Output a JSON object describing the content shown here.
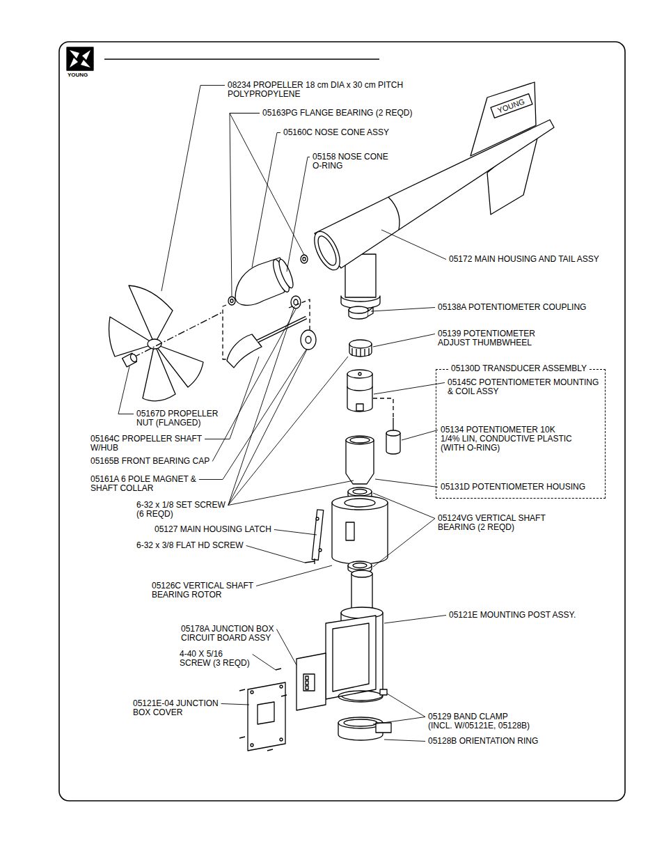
{
  "diagram": {
    "nodes": [
      {
        "text": [
          "05130D TRANSDUCER ASSEMBLY",
          "05145C POTENTIOMETER MOUNTING & COIL ASSY",
          "05134 POTENTIOMETER 10K 1/4% LIN, CONDUCTIVE PLASTIC (WITH O-RING)",
          "05131D POTENTIOMETER HOUSING"
        ]
      }
    ],
    "labels": [
      "YOUNG",
      "YOUNG",
      "08234 PROPELLER 18 cm DIA x 30 cm PITCH POLYPROPYLENE",
      "05163PG FLANGE BEARING (2 REQD)",
      "05160C NOSE CONE ASSY",
      "05158 NOSE CONE O-RING",
      "05172 MAIN HOUSING AND TAIL ASSY",
      "05138A POTENTIOMETER COUPLING",
      "05139 POTENTIOMETER ADJUST THUMBWHEEL",
      "05167D PROPELLER NUT (FLANGED)",
      "05164C PROPELLER SHAFT W/HUB",
      "05165B FRONT BEARING CAP",
      "05161A 6 POLE MAGNET & SHAFT COLLAR",
      "6-32 x 1/8 SET SCREW (6 REQD)",
      "05127 MAIN HOUSING LATCH",
      "6-32 x 3/8 FLAT HD SCREW",
      "05124VG VERTICAL SHAFT BEARING (2 REQD)",
      "05126C VERTICAL SHAFT BEARING ROTOR",
      "05121E MOUNTING POST ASSY.",
      "05178A JUNCTION BOX CIRCUIT BOARD ASSY",
      "4-40 X 5/16 SCREW (3 REQD)",
      "05121E-04 JUNCTION BOX COVER",
      "05129 BAND CLAMP (INCL. W/05121E, 05128B)",
      "05128B ORIENTATION RING"
    ]
  }
}
